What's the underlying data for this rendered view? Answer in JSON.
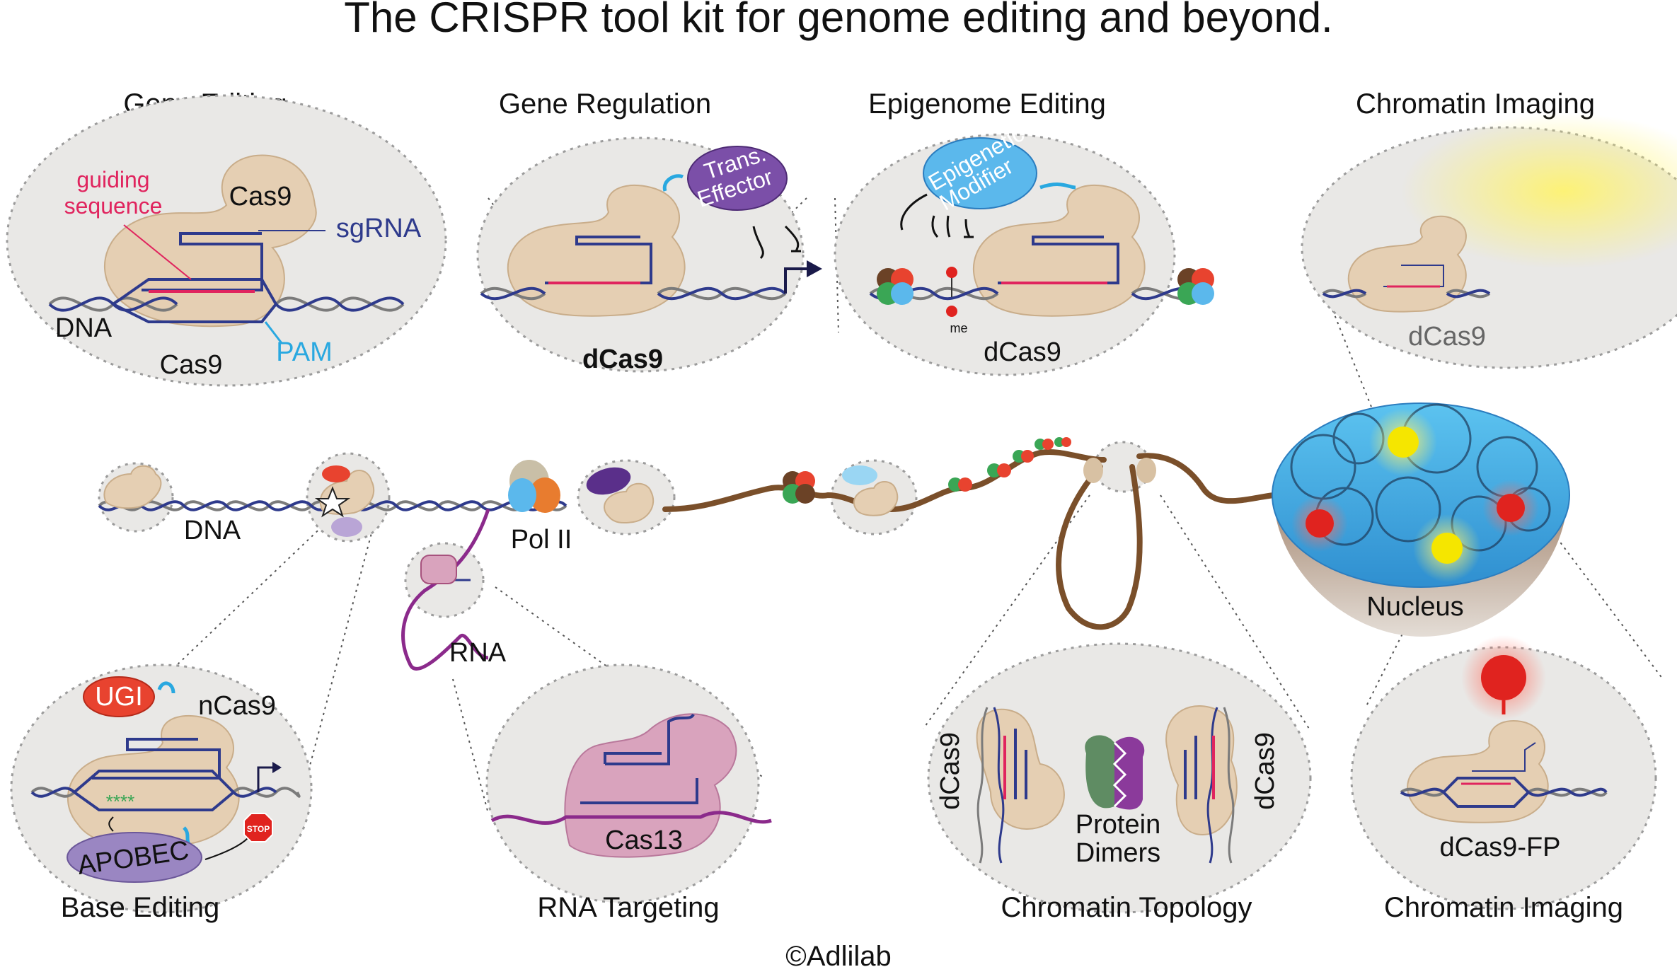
{
  "title": "The CRISPR tool kit for genome editing and beyond.",
  "copyright": "©Adlilab",
  "sections": {
    "gene_editing": {
      "heading": "Gene Editing",
      "guiding_sequence_1": "guiding",
      "guiding_sequence_2": "sequence",
      "cas9_top": "Cas9",
      "sgrna": "sgRNA",
      "dna": "DNA",
      "cas9_bottom": "Cas9",
      "pam": "PAM"
    },
    "gene_regulation": {
      "heading": "Gene Regulation",
      "effector_1": "Trans.",
      "effector_2": "Effector",
      "dcas9": "dCas9"
    },
    "epigenome_editing": {
      "heading": "Epigenome Editing",
      "modifier_1": "Epigenetic",
      "modifier_2": "Modifier",
      "me": "me",
      "dcas9": "dCas9"
    },
    "chromatin_imaging_top": {
      "heading": "Chromatin Imaging",
      "dcas9": "dCas9"
    },
    "base_editing": {
      "heading": "Base Editing",
      "ugi": "UGI",
      "ncas9": "nCas9",
      "apobec": "APOBEC",
      "stop": "STOP"
    },
    "rna_targeting": {
      "heading": "RNA Targeting",
      "cas13": "Cas13"
    },
    "chromatin_topology": {
      "heading": "Chromatin Topology",
      "dcas9_left": "dCas9",
      "dcas9_right": "dCas9",
      "protein": "Protein",
      "dimers": "Dimers"
    },
    "chromatin_imaging_bottom": {
      "heading": "Chromatin Imaging",
      "dcas9_fp": "dCas9-FP"
    }
  },
  "center": {
    "dna": "DNA",
    "pol2": "Pol II",
    "rna": "RNA",
    "nucleus": "Nucleus"
  },
  "colors": {
    "guiding_sequence": "#e0245e",
    "sgrna": "#2e3a8c",
    "pam": "#29a8e0",
    "cas_protein": "#e5cfb3",
    "effector": "#7b4fa8",
    "modifier": "#5bb8ec",
    "ugi": "#e8432f",
    "apobec": "#9a86c2",
    "cas13": "#d9a3bd",
    "nucleus": "#3aa7e0",
    "chromatin": "#7a4f2a",
    "fp_red": "#e0231f",
    "fp_yellow": "#f5e600"
  }
}
